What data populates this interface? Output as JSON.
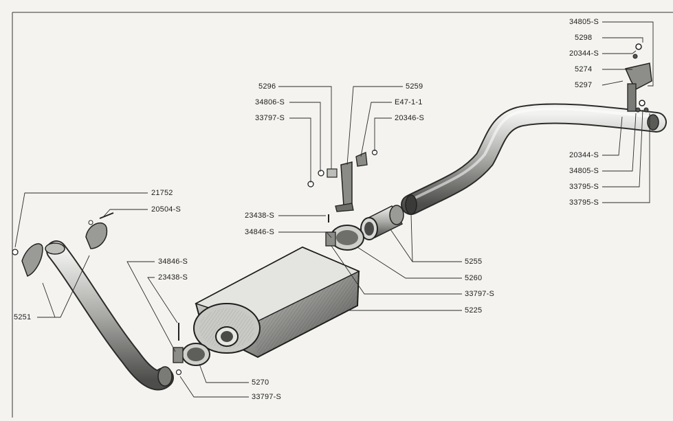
{
  "labels": {
    "l_34805_s_top": "34805-S",
    "l_5298": "5298",
    "l_20344_s_top": "20344-S",
    "l_5274": "5274",
    "l_5297": "5297",
    "l_20344_s_bot": "20344-S",
    "l_34805_s_bot": "34805-S",
    "l_33795_s_a": "33795-S",
    "l_33795_s_b": "33795-S",
    "l_5296": "5296",
    "l_34806_s": "34806-S",
    "l_33797_s_upper": "33797-S",
    "l_5259": "5259",
    "l_e47_1_1": "E47-1-1",
    "l_20346_s": "20346-S",
    "l_23438_s_mid": "23438-S",
    "l_34846_s_mid": "34846-S",
    "l_5255": "5255",
    "l_5260": "5260",
    "l_33797_s_mid": "33797-S",
    "l_5225": "5225",
    "l_21752": "21752",
    "l_20504_s": "20504-S",
    "l_5251": "5251",
    "l_34846_s_low": "34846-S",
    "l_23438_s_low": "23438-S",
    "l_5270": "5270",
    "l_33797_s_low": "33797-S"
  }
}
